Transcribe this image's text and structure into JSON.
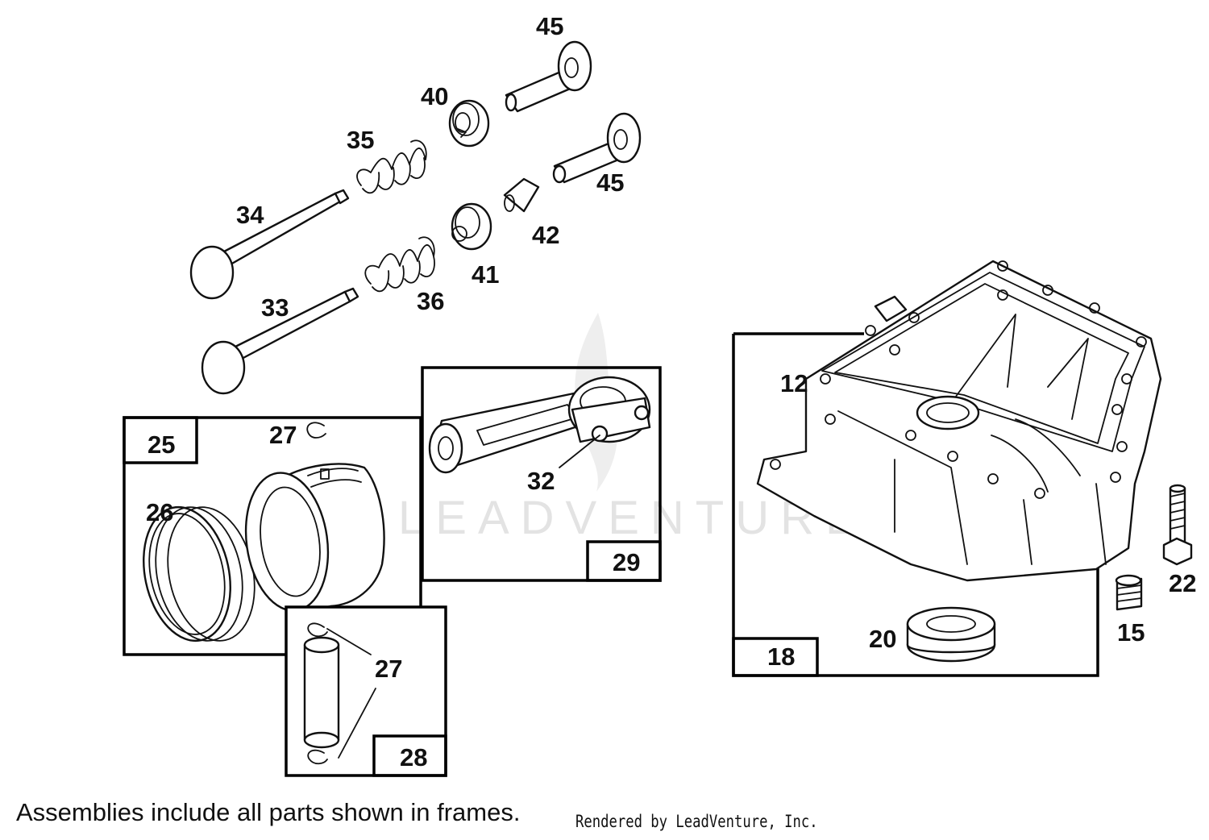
{
  "watermark": {
    "text": "LEADVENTURE"
  },
  "footer": {
    "note": "Assemblies include all parts shown in frames.",
    "rendered_by": "Rendered by LeadVenture, Inc."
  },
  "labels": {
    "p45a": "45",
    "p40": "40",
    "p35": "35",
    "p45b": "45",
    "p34": "34",
    "p42": "42",
    "p41": "41",
    "p33": "33",
    "p36": "36",
    "p25": "25",
    "p27a": "27",
    "p26": "26",
    "p32": "32",
    "p29": "29",
    "p27b": "27",
    "p28": "28",
    "p12": "12",
    "p18": "18",
    "p20": "20",
    "p15": "15",
    "p22": "22"
  }
}
